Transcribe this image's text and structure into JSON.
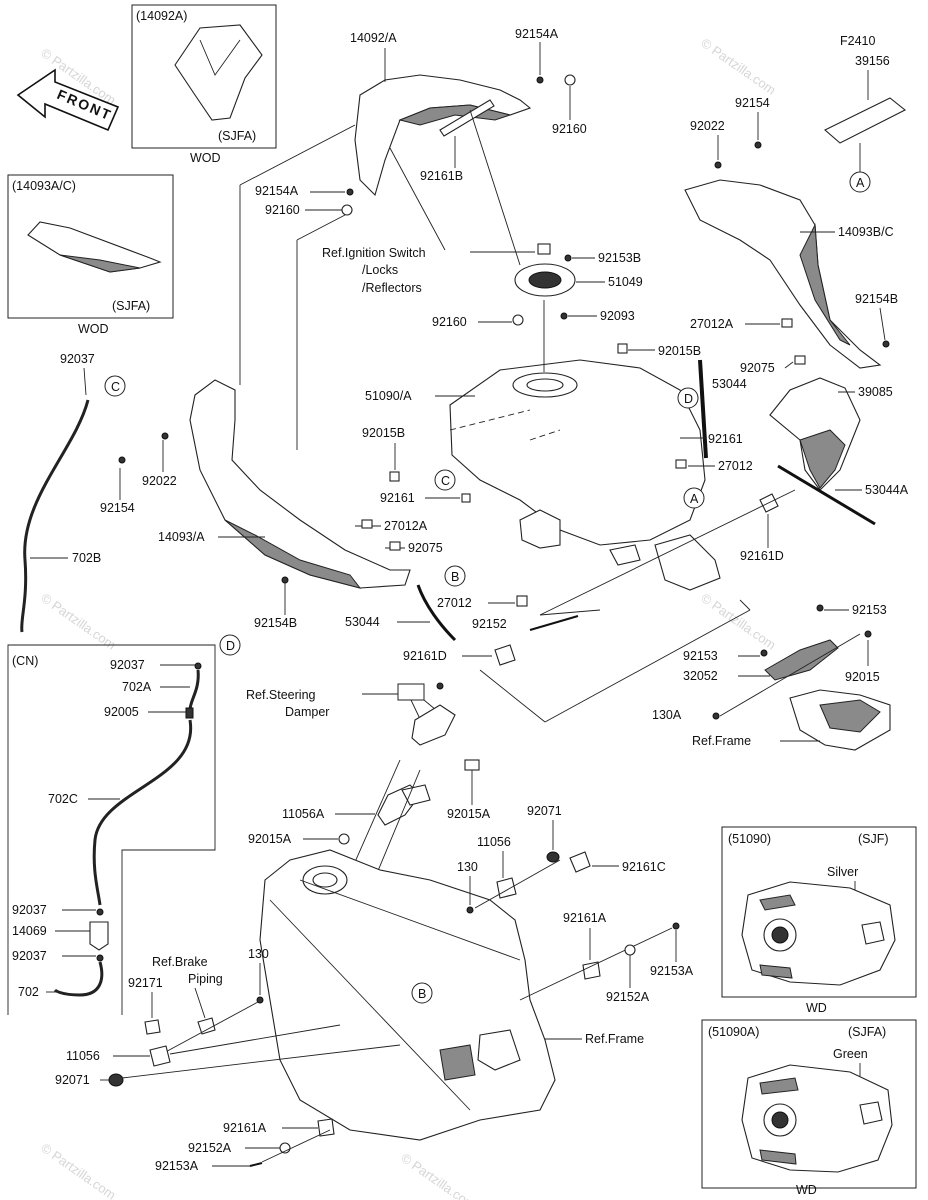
{
  "watermark": "© Partzilla.com",
  "front_label": "FRONT",
  "code_f2410": "F2410",
  "insets": {
    "wod_cowl": {
      "code": "(14092A)",
      "variant": "(SJFA)",
      "caption": "WOD"
    },
    "wod_side": {
      "code": "(14093A/C)",
      "variant": "(SJFA)",
      "caption": "WOD"
    },
    "cn": {
      "code": "(CN)"
    },
    "tank_51090": {
      "code": "(51090)",
      "variant": "(SJF)",
      "color": "Silver",
      "caption": "WD"
    },
    "tank_51090a": {
      "code": "(51090A)",
      "variant": "(SJFA)",
      "color": "Green",
      "caption": "WD"
    }
  },
  "refs": {
    "ignition": [
      "Ref.Ignition Switch",
      "/Locks",
      "/Reflectors"
    ],
    "steering": [
      "Ref.Steering",
      "Damper"
    ],
    "brake": [
      "Ref.Brake",
      "Piping"
    ],
    "frame1": "Ref.Frame",
    "frame2": "Ref.Frame"
  },
  "callouts": [
    "A",
    "B",
    "C",
    "D"
  ],
  "labels": {
    "p14092A": "14092/A",
    "p92154A_a": "92154A",
    "p92160_a": "92160",
    "p92161B": "92161B",
    "p92154A_b": "92154A",
    "p92160_b": "92160",
    "p39156": "39156",
    "p92154_a": "92154",
    "p92022_a": "92022",
    "p14093BC": "14093B/C",
    "p92153B": "92153B",
    "p51049": "51049",
    "p92160_c": "92160",
    "p92093": "92093",
    "p92154B_a": "92154B",
    "p27012A_a": "27012A",
    "p92015B_a": "92015B",
    "p92075_a": "92075",
    "p51090A": "51090/A",
    "p53044_a": "53044",
    "p39085": "39085",
    "p92037_a": "92037",
    "p92015B_b": "92015B",
    "p92161_a": "92161",
    "p92022_b": "92022",
    "p27012_a": "27012",
    "p92154_b": "92154",
    "p92161_b": "92161",
    "p53044A": "53044A",
    "p702B": "702B",
    "p27012A_b": "27012A",
    "p14093A": "14093/A",
    "p92075_b": "92075",
    "p92161D_a": "92161D",
    "p27012_b": "27012",
    "p92154B_b": "92154B",
    "p53044_b": "53044",
    "p92152_a": "92152",
    "p92153_a": "92153",
    "p92161D_b": "92161D",
    "p92153_b": "92153",
    "p92015_a": "92015",
    "p32052": "32052",
    "p130A": "130A",
    "p92037_b": "92037",
    "p702A": "702A",
    "p92005": "92005",
    "p702C": "702C",
    "p92015A_a": "92015A",
    "p11056A": "11056A",
    "p92015A_b": "92015A",
    "p92071_a": "92071",
    "p11056_a": "11056",
    "p130_a": "130",
    "p92161C": "92161C",
    "p92037_c": "92037",
    "p14069": "14069",
    "p92037_d": "92037",
    "p702": "702",
    "p92171": "92171",
    "p130_b": "130",
    "p92161A_a": "92161A",
    "p92152A_a": "92152A",
    "p92153A_a": "92153A",
    "p11056_b": "11056",
    "p92071_b": "92071",
    "p92161A_b": "92161A",
    "p92152A_b": "92152A",
    "p92153A_b": "92153A"
  }
}
